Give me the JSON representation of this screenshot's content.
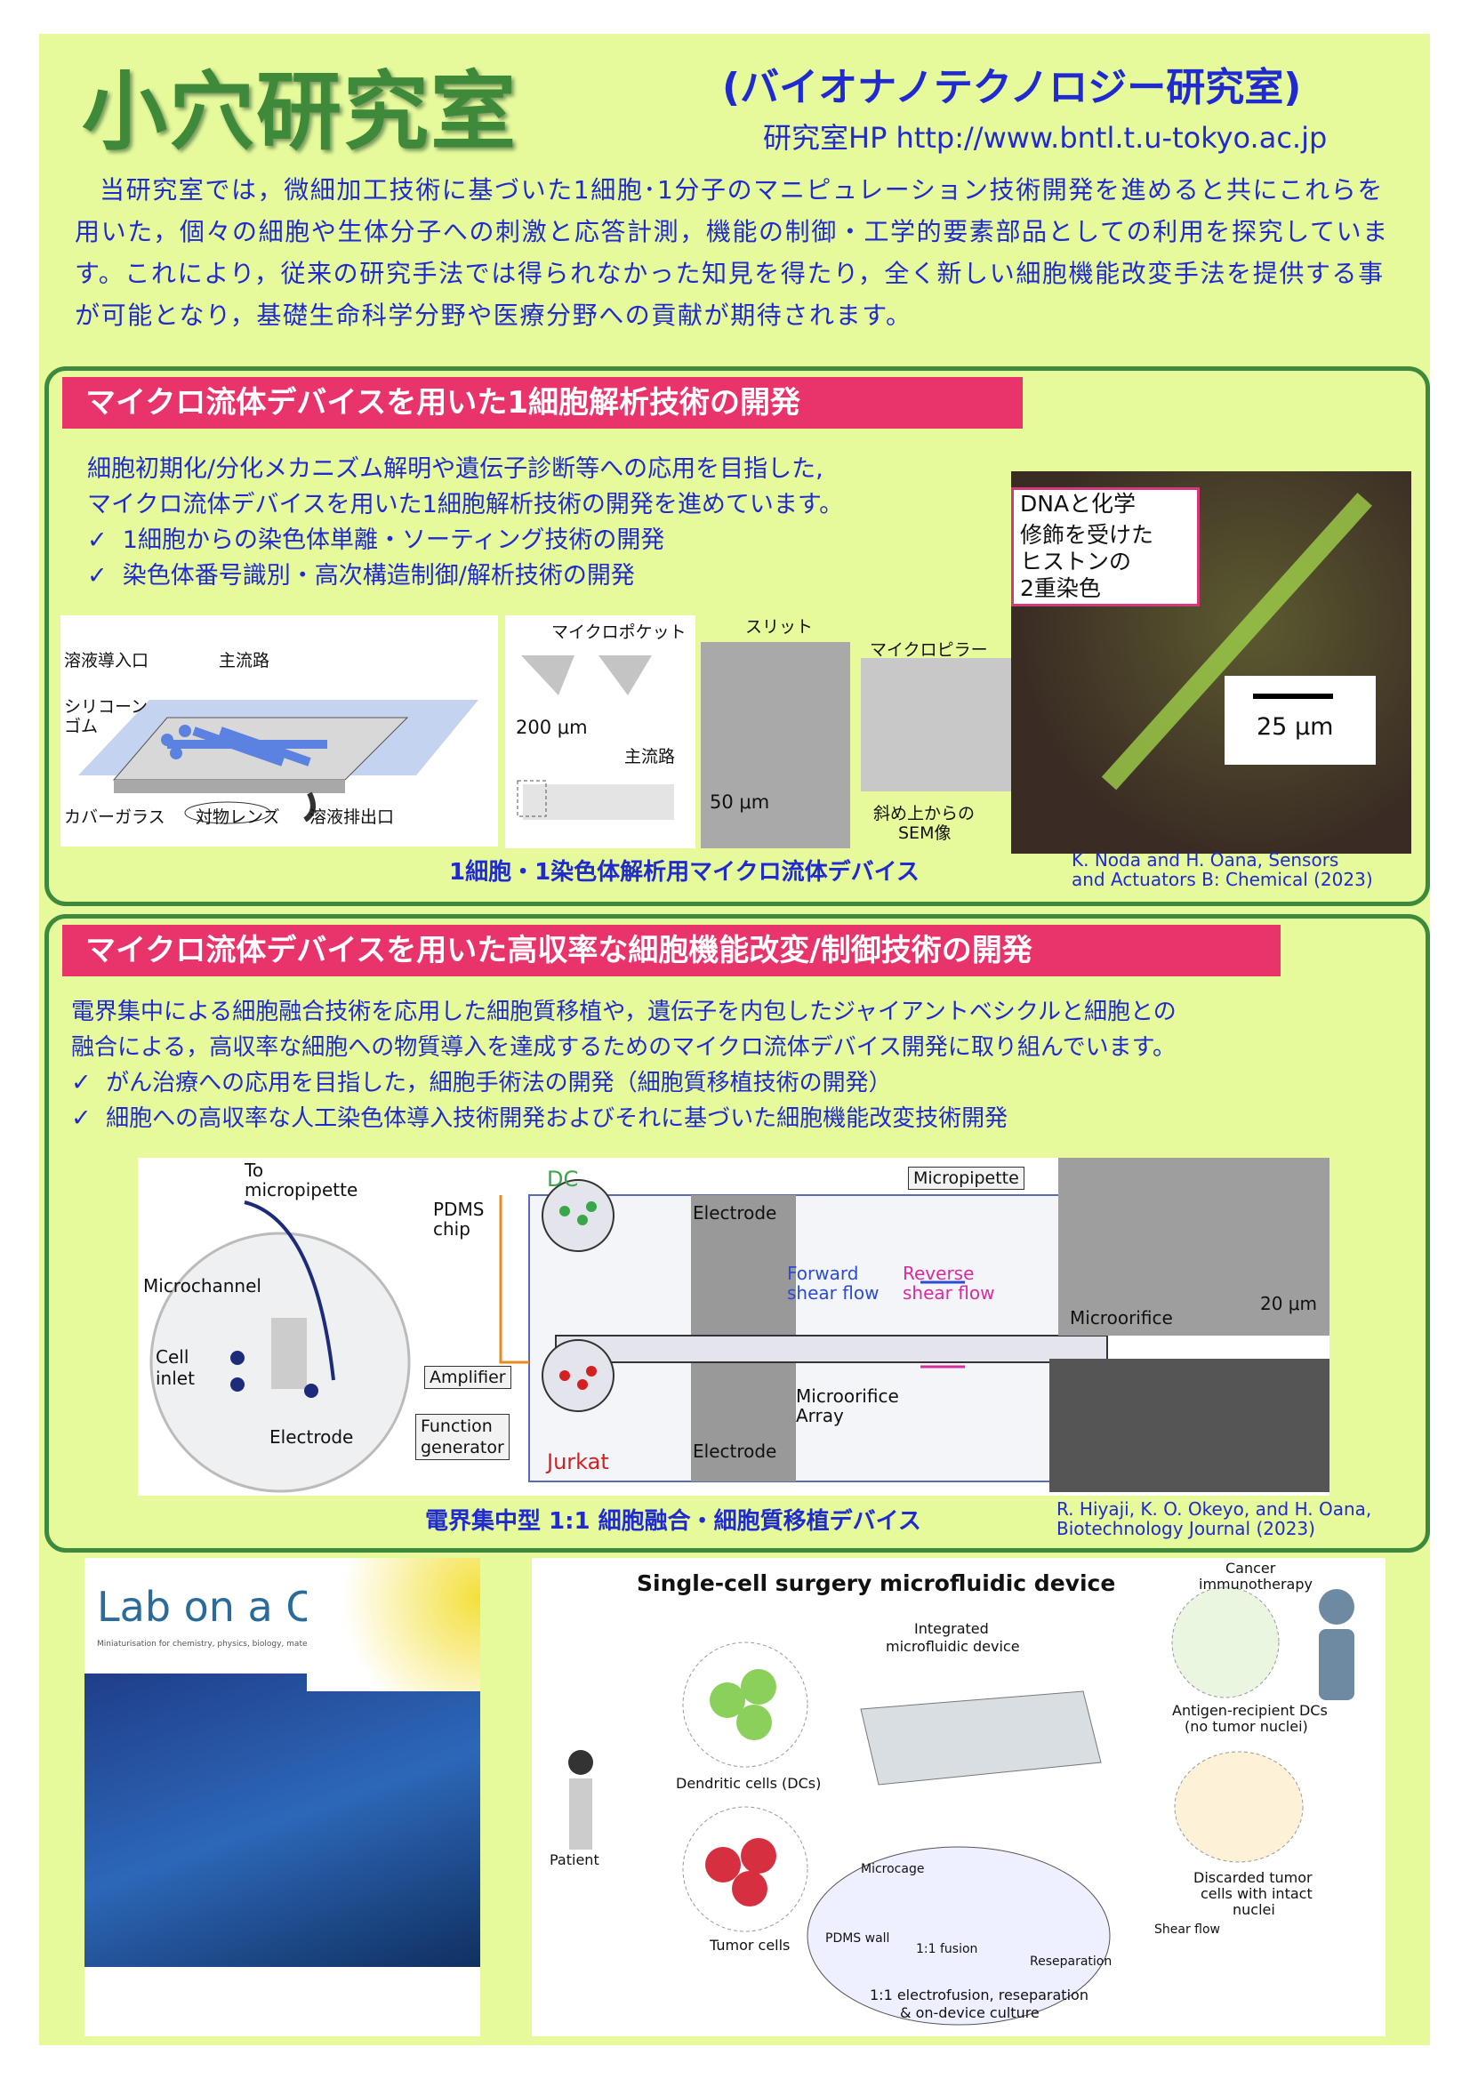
{
  "header": {
    "title": "小穴研究室",
    "subtitle": "(バイオナノテクノロジー研究室)",
    "url": "研究室HP  http://www.bntl.t.u-tokyo.ac.jp"
  },
  "intro": "当研究室では，微細加工技術に基づいた1細胞･1分子のマニピュレーション技術開発を進めると共にこれらを用いた，個々の細胞や生体分子への刺激と応答計測，機能の制御・工学的要素部品としての利用を探究しています。これにより，従来の研究手法では得られなかった知見を得たり，全く新しい細胞機能改変手法を提供する事が可能となり，基礎生命科学分野や医療分野への貢献が期待されます。",
  "section1": {
    "heading": "マイクロ流体デバイスを用いた1細胞解析技術の開発",
    "lines": [
      "細胞初期化/分化メカニズム解明や遺伝子診断等への応用を目指した,",
      "マイクロ流体デバイスを用いた1細胞解析技術の開発を進めています。"
    ],
    "bullets": [
      "1細胞からの染色体単離・ソーティング技術の開発",
      "染色体番号識別・高次構造制御/解析技術の開発"
    ],
    "check": "✓",
    "fig_labels": {
      "inlet": "溶液導入口",
      "main_channel": "主流路",
      "silicone": "シリコーン",
      "rubber": "ゴム",
      "cover_glass": "カバーガラス",
      "objective": "対物レンズ",
      "outlet": "溶液排出口",
      "micropocket": "マイクロポケット",
      "slit": "スリット",
      "micropillar": "マイクロピラー",
      "scale200": "200 μm",
      "main_channel2": "主流路",
      "scale50": "50 μm",
      "sem1": "斜め上からの",
      "sem2": "SEM像",
      "dna1": "DNAと化学",
      "dna2": "修飾を受けた",
      "dna3": "ヒストンの",
      "dna4": "2重染色",
      "scale25": "25 μm"
    },
    "caption": "1細胞・1染色体解析用マイクロ流体デバイス",
    "ref1": "K. Noda and H. Oana, Sensors",
    "ref2": "and Actuators B: Chemical (2023)"
  },
  "section2": {
    "heading": "マイクロ流体デバイスを用いた高収率な細胞機能改変/制御技術の開発",
    "lines": [
      "電界集中による細胞融合技術を応用した細胞質移植や，遺伝子を内包したジャイアントベシクルと細胞との",
      "融合による，高収率な細胞への物質導入を達成するためのマイクロ流体デバイス開発に取り組んでいます。"
    ],
    "bullets": [
      "がん治療への応用を目指した，細胞手術法の開発（細胞質移植技術の開発）",
      "細胞への高収率な人工染色体導入技術開発およびそれに基づいた細胞機能改変技術開発"
    ],
    "check": "✓",
    "fig_labels": {
      "to1": "To",
      "to2": "micropipette",
      "microchannel": "Microchannel",
      "cell1": "Cell",
      "cell2": "inlet",
      "electrode_photo": "Electrode",
      "pdms1": "PDMS",
      "pdms2": "chip",
      "dc": "DC",
      "electrode_top": "Electrode",
      "electrode_bottom": "Electrode",
      "micropipette": "Micropipette",
      "forward1": "Forward",
      "forward2": "shear flow",
      "reverse1": "Reverse",
      "reverse2": "shear flow",
      "amplifier": "Amplifier",
      "fg1": "Function",
      "fg2": "generator",
      "jurkat": "Jurkat",
      "mo1": "Microorifice",
      "mo2": "Array",
      "microorifice": "Microorifice",
      "scale20": "20 μm"
    },
    "caption": "電界集中型 1:1 細胞融合・細胞質移植デバイス",
    "ref1": "R. Hiyaji, K. O. Okeyo, and H. Oana,",
    "ref2": "Biotechnology Journal (2023)"
  },
  "cover": {
    "title": "Lab on a Chip",
    "tagline": "Miniaturisation for chemistry, physics, biology, materials science and bioengineering"
  },
  "schematic": {
    "title": "Single-cell surgery microfluidic device",
    "cancer1": "Cancer",
    "cancer2": "immunotherapy",
    "integrated1": "Integrated",
    "integrated2": "microfluidic device",
    "dendritic": "Dendritic cells (DCs)",
    "patient": "Patient",
    "tumor": "Tumor cells",
    "antigen1": "Antigen-recipient DCs",
    "antigen2": "(no tumor nuclei)",
    "discarded1": "Discarded tumor",
    "discarded2": "cells with intact",
    "discarded3": "nuclei",
    "microcage": "Microcage",
    "pdms": "PDMS wall",
    "fusion": "1:1 fusion",
    "resep": "Reseparation",
    "shear": "Shear flow",
    "bottom1": "1:1 electrofusion, reseparation",
    "bottom2": "& on-device culture"
  },
  "colors": {
    "bg": "#e6fa9b",
    "green": "#3e8a3c",
    "blue": "#1f2bd0",
    "pink": "#e8346a"
  }
}
